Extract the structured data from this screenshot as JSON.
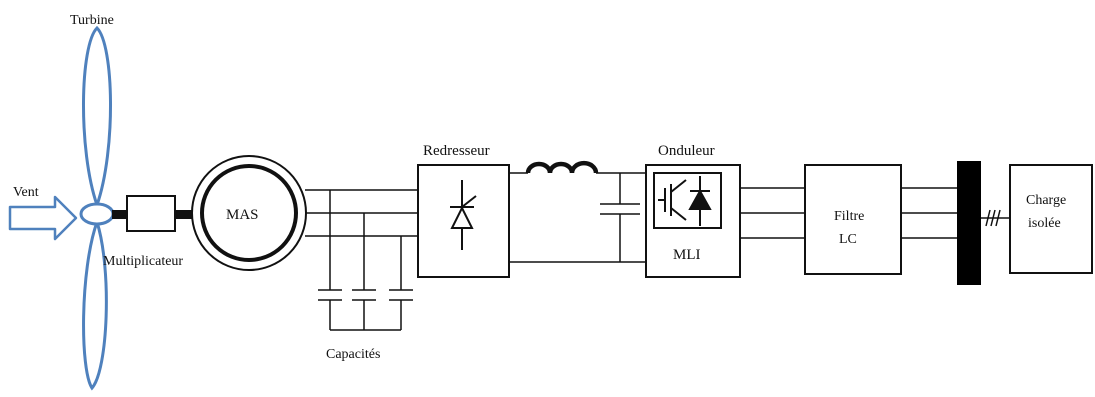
{
  "diagram": {
    "labels": {
      "turbine": "Turbine",
      "wind": "Vent",
      "gearbox": "Multiplicateur",
      "machine": "MAS",
      "capacitors": "Capacités",
      "rectifier": "Redresseur",
      "inverter": "Onduleur",
      "inverter_control": "MLI",
      "filter_line1": "Filtre",
      "filter_line2": "LC",
      "load_line1": "Charge",
      "load_line2": "isolée"
    },
    "colors": {
      "blade": "#4f81bd",
      "line": "#111111",
      "busbar": "#000000"
    },
    "icons": {
      "rectifier": "thyristor-icon",
      "inverter": "igbt-icon",
      "inductor": "inductor-icon",
      "wind_arrow": "wind-arrow-icon"
    }
  }
}
